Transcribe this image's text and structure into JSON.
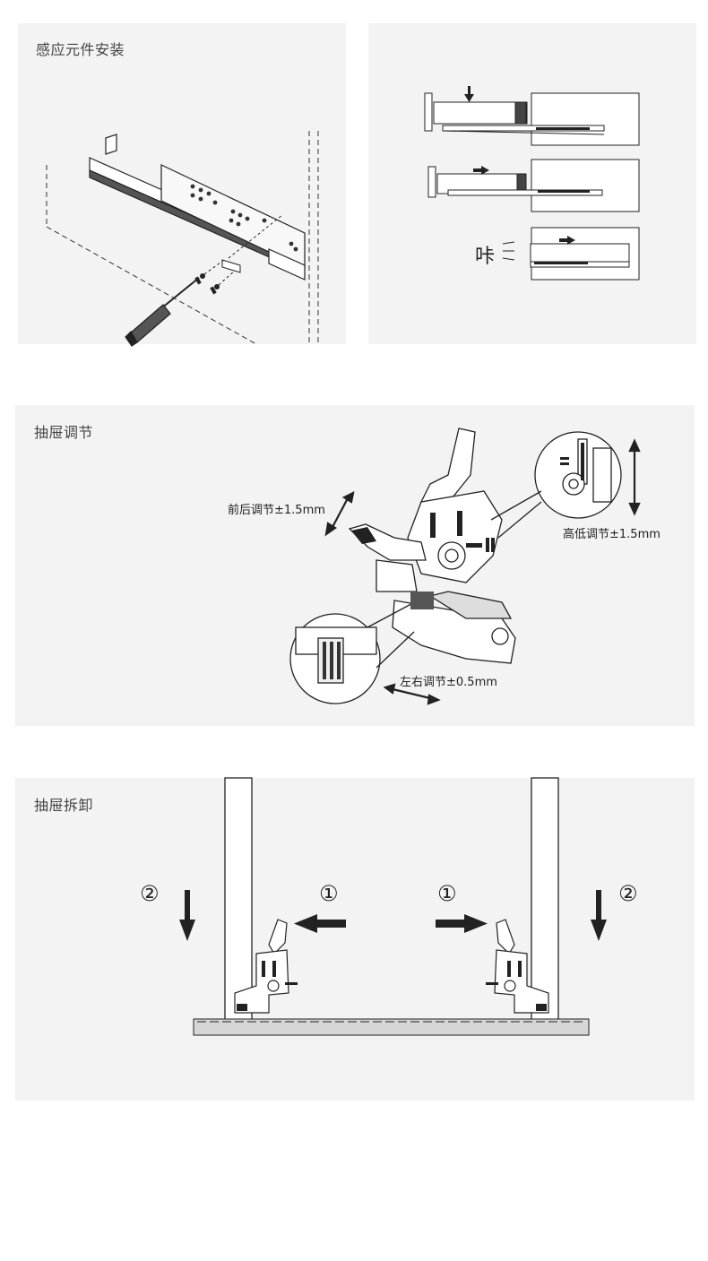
{
  "sections": {
    "install": {
      "title": "感应元件安装",
      "click_text": "咔"
    },
    "adjust": {
      "title": "抽屉调节",
      "front_back": "前后调节±1.5mm",
      "height": "高低调节±1.5mm",
      "left_right": "左右调节±0.5mm"
    },
    "remove": {
      "title": "抽屉拆卸",
      "step1": "①",
      "step2": "②"
    }
  },
  "colors": {
    "panel_bg": "#f3f3f3",
    "line": "#222222",
    "floor": "#d6d6d6"
  },
  "icons": [
    "screwdriver-icon",
    "arrow-down-icon",
    "arrow-right-icon",
    "arrow-left-icon",
    "double-arrow-icon"
  ]
}
